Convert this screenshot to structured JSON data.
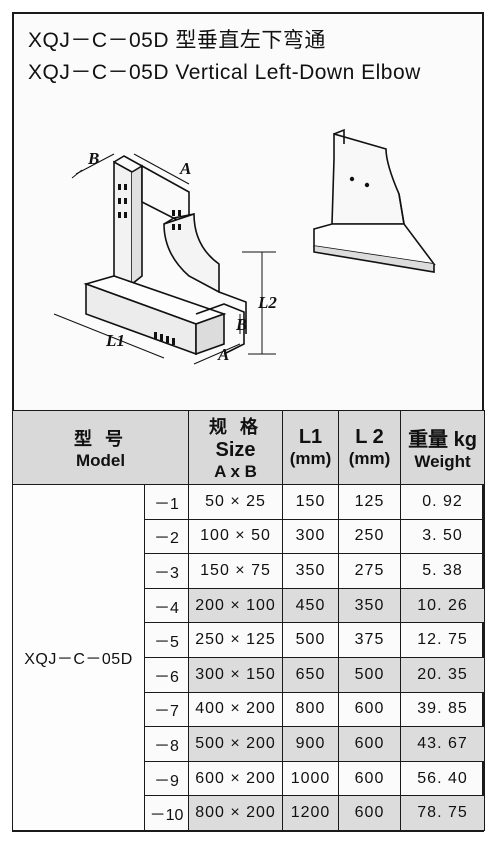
{
  "title_zh": "XQJ－C－05D 型垂直左下弯通",
  "title_en": "XQJ－C－05D Vertical Left-Down Elbow",
  "drawing": {
    "label_b_top": "B",
    "label_a_top": "A",
    "label_l2": "L2",
    "label_l1": "L1",
    "label_b_side": "B",
    "label_a_bottom": "A"
  },
  "table": {
    "headers": {
      "model_zh": "型 号",
      "model_en": "Model",
      "size_zh": "规 格",
      "size_en": "Size",
      "size_axb": "A x B",
      "l1": "L1",
      "l1_unit": "(mm)",
      "l2": "L 2",
      "l2_unit": "(mm)",
      "weight_zh": "重量 kg",
      "weight_en": "Weight"
    },
    "model": "XQJ－C－05D",
    "rows": [
      {
        "suffix": "－1",
        "size": "50 × 25",
        "l1": "150",
        "l2": "125",
        "weight": "0. 92"
      },
      {
        "suffix": "－2",
        "size": "100 × 50",
        "l1": "300",
        "l2": "250",
        "weight": "3. 50"
      },
      {
        "suffix": "－3",
        "size": "150 × 75",
        "l1": "350",
        "l2": "275",
        "weight": "5. 38"
      },
      {
        "suffix": "－4",
        "size": "200 × 100",
        "l1": "450",
        "l2": "350",
        "weight": "10. 26"
      },
      {
        "suffix": "－5",
        "size": "250 × 125",
        "l1": "500",
        "l2": "375",
        "weight": "12. 75"
      },
      {
        "suffix": "－6",
        "size": "300 × 150",
        "l1": "650",
        "l2": "500",
        "weight": "20. 35"
      },
      {
        "suffix": "－7",
        "size": "400 × 200",
        "l1": "800",
        "l2": "600",
        "weight": "39. 85"
      },
      {
        "suffix": "－8",
        "size": "500 × 200",
        "l1": "900",
        "l2": "600",
        "weight": "43. 67"
      },
      {
        "suffix": "－9",
        "size": "600 × 200",
        "l1": "1000",
        "l2": "600",
        "weight": "56. 40"
      },
      {
        "suffix": "－10",
        "size": "800 × 200",
        "l1": "1200",
        "l2": "600",
        "weight": "78. 75"
      }
    ]
  }
}
